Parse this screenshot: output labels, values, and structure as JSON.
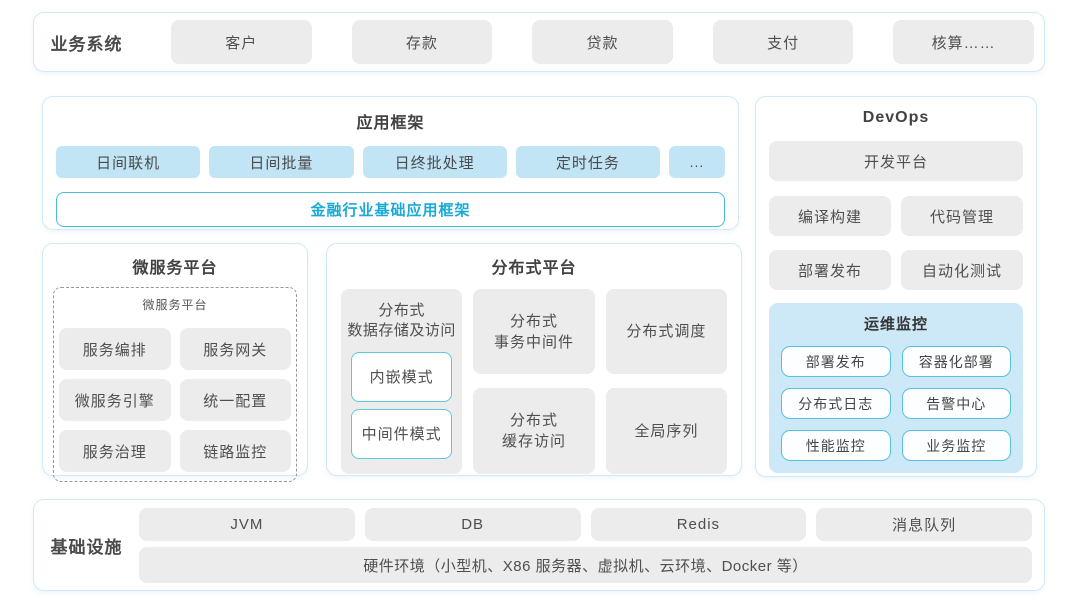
{
  "colors": {
    "panel_border": "#cfeaf4",
    "gray_box_fill": "#ececec",
    "blue_box_fill": "#c2e5f6",
    "monitor_panel_fill": "#cde9f8",
    "accent_border": "#45bedd",
    "accent_text": "#1baad6",
    "title_text": "#424242"
  },
  "business": {
    "label": "业务系统",
    "items": [
      "客户",
      "存款",
      "贷款",
      "支付",
      "核算……"
    ]
  },
  "app_framework": {
    "title": "应用框架",
    "items": [
      "日间联机",
      "日间批量",
      "日终批处理",
      "定时任务",
      "..."
    ],
    "base": "金融行业基础应用框架"
  },
  "devops": {
    "title": "DevOps",
    "platform": "开发平台",
    "tools": [
      "编译构建",
      "代码管理",
      "部署发布",
      "自动化测试"
    ],
    "monitor": {
      "title": "运维监控",
      "items": [
        "部署发布",
        "容器化部署",
        "分布式日志",
        "告警中心",
        "性能监控",
        "业务监控"
      ]
    }
  },
  "microservice": {
    "title": "微服务平台",
    "inner_title": "微服务平台",
    "items": [
      "服务编排",
      "服务网关",
      "微服务引擎",
      "统一配置",
      "服务治理",
      "链路监控"
    ]
  },
  "distributed": {
    "title": "分布式平台",
    "storage": {
      "label": "分布式\n数据存储及访问",
      "modes": [
        "内嵌模式",
        "中间件模式"
      ]
    },
    "cells": [
      "分布式\n事务中间件",
      "分布式调度",
      "分布式\n缓存访问",
      "全局序列"
    ]
  },
  "infrastructure": {
    "label": "基础设施",
    "items": [
      "JVM",
      "DB",
      "Redis",
      "消息队列"
    ],
    "hardware": "硬件环境（小型机、X86 服务器、虚拟机、云环境、Docker 等）"
  }
}
